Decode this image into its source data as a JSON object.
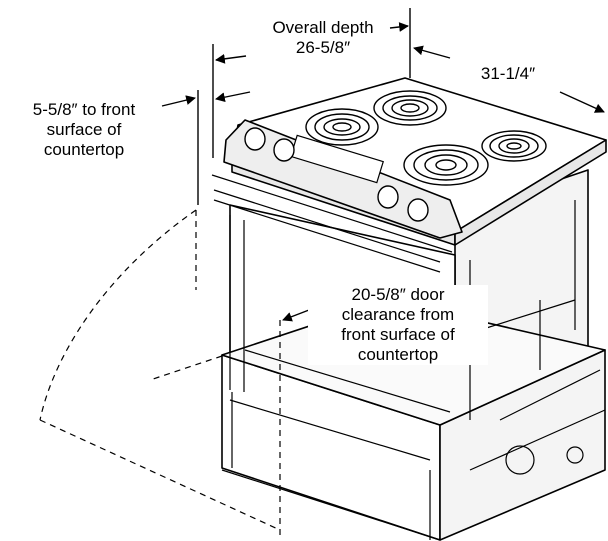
{
  "labels": {
    "overall_depth": {
      "line1": "Overall depth",
      "line2": "26-5/8″"
    },
    "total_depth": "31-1/4″",
    "front_surface": {
      "line1": "5-5/8″ to front",
      "line2": "surface of",
      "line3": "countertop"
    },
    "door_clearance": {
      "line1": "20-5/8″ door",
      "line2": "clearance from",
      "line3": "front surface of",
      "line4": "countertop"
    }
  }
}
